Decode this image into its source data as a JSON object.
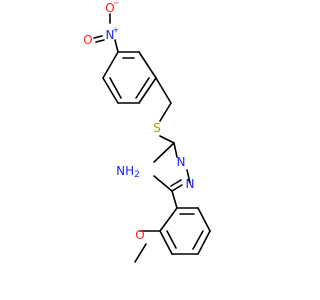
{
  "molecule": {
    "atoms": {
      "o_nitro_top": {
        "text": "O",
        "charge": "−",
        "color": "#ff2020"
      },
      "n_nitro": {
        "text": "N",
        "charge": "+",
        "color": "#2020ff"
      },
      "o_nitro_left": {
        "text": "O",
        "color": "#ff2020"
      },
      "s_thioether": {
        "text": "S",
        "color": "#a5a500"
      },
      "n_triazole_2": {
        "text": "N",
        "color": "#2020ff"
      },
      "n_triazole_3": {
        "text": "N",
        "color": "#2020ff"
      },
      "nh2": {
        "text": "NH",
        "sub": "2",
        "color": "#2020ff"
      },
      "o_methoxy": {
        "text": "O",
        "color": "#ff2020"
      }
    }
  }
}
